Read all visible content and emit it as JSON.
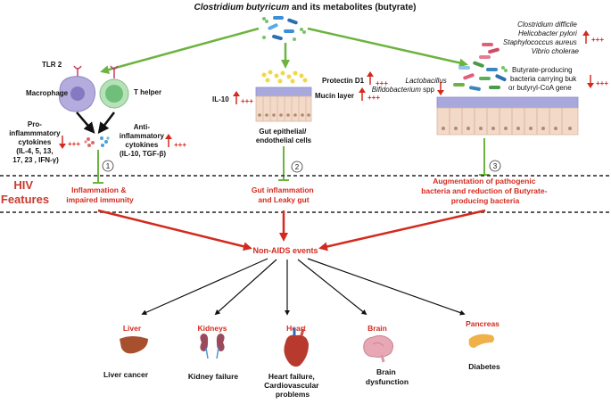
{
  "header": {
    "organism": "Clostridium butyricum",
    "rest": " and its metabolites (butyrate)"
  },
  "left_panel": {
    "tlr2": "TLR 2",
    "macrophage": "Macrophage",
    "t_helper": "T helper",
    "pro_label": [
      "Pro-",
      "inflammmatory",
      "cytokines",
      "(IL-4, 5, 13,",
      "17, 23 , IFN-γ)"
    ],
    "anti_label": [
      "Anti-",
      "inflammatory",
      "cytokines",
      "(IL-10, TGF-β)"
    ],
    "pro_change": "+++",
    "anti_change": "+++",
    "step": "1",
    "outcome": [
      "Inflammation &",
      "impaired immunity"
    ]
  },
  "middle_panel": {
    "protectin": "Protectin D1",
    "protectin_change": "+++",
    "il10": "IL-10",
    "il10_change": "+++",
    "mucin": "Mucin layer",
    "mucin_change": "+++",
    "cells": [
      "Gut epithelial/",
      "endothelial cells"
    ],
    "step": "2",
    "outcome": [
      "Gut inflammation",
      "and Leaky gut"
    ]
  },
  "right_panel": {
    "pathogens": [
      "Clostridium difficile",
      "Helicobacter pylori",
      "Staphylococcus aureus",
      "Vibrio cholerae"
    ],
    "pathogens_change": "+++",
    "beneficial": [
      "Lactobacillus",
      "Bifidobacterium"
    ],
    "beneficial_suffix": " spp",
    "butyrate_producers": [
      "Butyrate-producing",
      "bacteria carrying buk",
      "or butyryl-CoA gene"
    ],
    "butyrate_change": "+++",
    "step": "3",
    "outcome": [
      "Augmentation of pathogenic",
      "bacteria and reduction of Butyrate-",
      "producing bacteria"
    ]
  },
  "hiv_features": [
    "HIV",
    "Features"
  ],
  "non_aids": "Non-AIDS events",
  "organs": [
    {
      "name": "Liver",
      "outcome": [
        "Liver cancer"
      ]
    },
    {
      "name": "Kidneys",
      "outcome": [
        "Kidney failure"
      ]
    },
    {
      "name": "Heart",
      "outcome": [
        "Heart failure,",
        "Cardiovascular",
        "problems"
      ]
    },
    {
      "name": "Brain",
      "outcome": [
        "Brain",
        "dysfunction"
      ]
    },
    {
      "name": "Pancreas",
      "outcome": [
        "Diabetes"
      ]
    }
  ],
  "colors": {
    "green": "#6cb33f",
    "red": "#d42a1e",
    "hiv_red": "#c83a2e",
    "mucin": "#a9a8dd",
    "epithelium": "#f3d9c8",
    "macrophage": "#b4acdc",
    "t_helper": "#8fcf96"
  }
}
